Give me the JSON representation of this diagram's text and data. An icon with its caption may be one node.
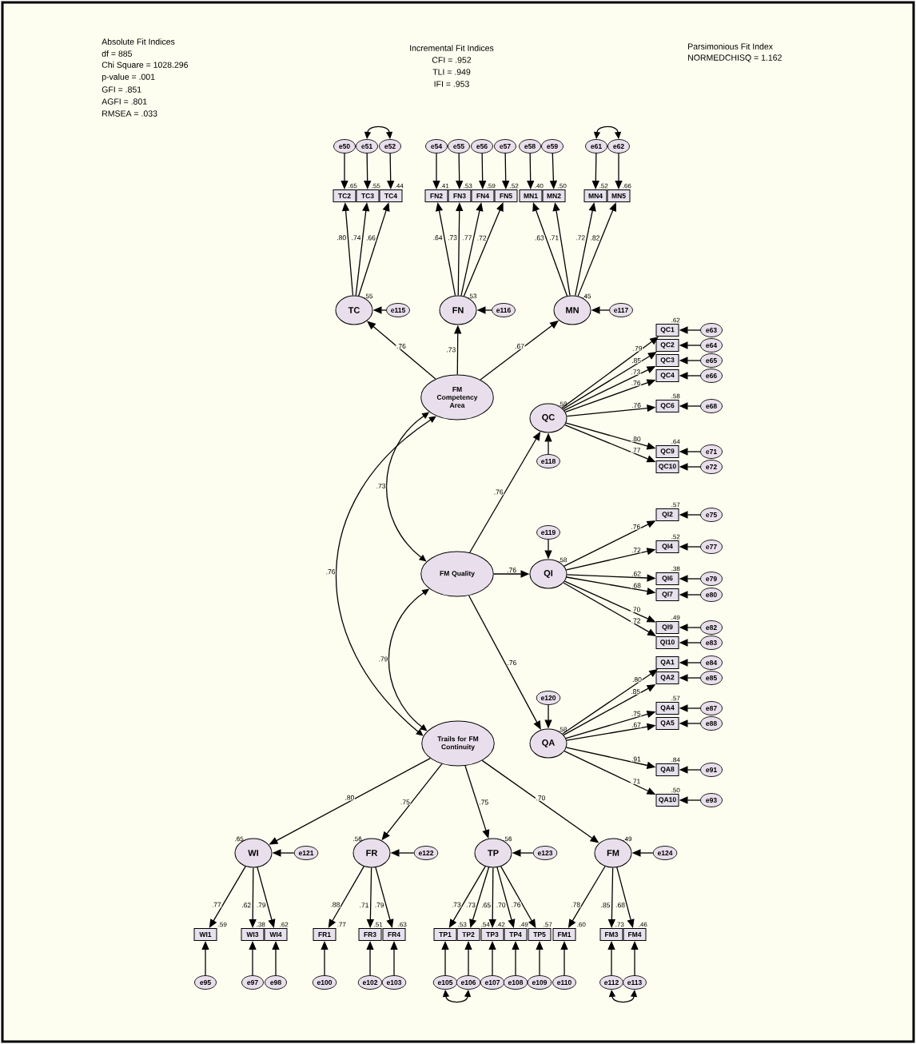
{
  "diagram": {
    "nodes": [
      {
        "text": [
          "e50"
        ]
      },
      {
        "text": [
          "e51"
        ]
      },
      {
        "text": [
          "e52"
        ]
      },
      {
        "text": [
          "e54"
        ]
      },
      {
        "text": [
          "e55"
        ]
      },
      {
        "text": [
          "e56"
        ]
      },
      {
        "text": [
          "e57"
        ]
      },
      {
        "text": [
          "e58"
        ]
      },
      {
        "text": [
          "e59"
        ]
      },
      {
        "text": [
          "e61"
        ]
      },
      {
        "text": [
          "e62"
        ]
      },
      {
        "text": [
          "TC2"
        ],
        "beside": [
          ".65"
        ]
      },
      {
        "text": [
          "TC3"
        ],
        "beside": [
          ".55"
        ]
      },
      {
        "text": [
          "TC4"
        ],
        "beside": [
          ".44"
        ]
      },
      {
        "text": [
          "FN2"
        ],
        "beside": [
          ".41"
        ]
      },
      {
        "text": [
          "FN3"
        ],
        "beside": [
          ".53"
        ]
      },
      {
        "text": [
          "FN4"
        ],
        "beside": [
          ".59"
        ]
      },
      {
        "text": [
          "FN5"
        ],
        "beside": [
          ".52"
        ]
      },
      {
        "text": [
          "MN1"
        ],
        "beside": [
          ".40"
        ]
      },
      {
        "text": [
          "MN2"
        ],
        "beside": [
          ".50"
        ]
      },
      {
        "text": [
          "MN4"
        ],
        "beside": [
          ".52"
        ]
      },
      {
        "text": [
          "MN5"
        ],
        "beside": [
          ".66"
        ]
      },
      {
        "text": [
          "TC"
        ],
        "beside": [
          ".55"
        ]
      },
      {
        "text": [
          "e115"
        ]
      },
      {
        "text": [
          "FN"
        ],
        "beside": [
          ".53"
        ]
      },
      {
        "text": [
          "e116"
        ]
      },
      {
        "text": [
          "MN"
        ],
        "beside": [
          ".45"
        ]
      },
      {
        "text": [
          "e117"
        ]
      },
      {
        "text": [
          "QC1"
        ],
        "beside": [
          ".62"
        ]
      },
      {
        "text": [
          "e63"
        ]
      },
      {
        "text": [
          "QC2"
        ]
      },
      {
        "text": [
          "e64"
        ]
      },
      {
        "text": [
          "QC3"
        ]
      },
      {
        "text": [
          "e65"
        ]
      },
      {
        "text": [
          "QC4"
        ]
      },
      {
        "text": [
          "e66"
        ]
      },
      {
        "text": [
          "FM Competency Area"
        ]
      },
      {
        "text": [
          "QC"
        ],
        "beside": [
          ".58"
        ]
      },
      {
        "text": [
          "QC6"
        ],
        "beside": [
          ".58"
        ]
      },
      {
        "text": [
          "e68"
        ]
      },
      {
        "text": [
          "QC9"
        ],
        "beside": [
          ".64"
        ]
      },
      {
        "text": [
          "e71"
        ]
      },
      {
        "text": [
          "QC10"
        ]
      },
      {
        "text": [
          "e72"
        ]
      },
      {
        "text": [
          "e118"
        ]
      },
      {
        "text": [
          "QI2"
        ],
        "beside": [
          ".57"
        ]
      },
      {
        "text": [
          "e75"
        ]
      },
      {
        "text": [
          "e119"
        ]
      },
      {
        "text": [
          "QI4"
        ],
        "beside": [
          ".52"
        ]
      },
      {
        "text": [
          "e77"
        ]
      },
      {
        "text": [
          "FM Quality"
        ]
      },
      {
        "text": [
          "QI"
        ],
        "beside": [
          ".58"
        ]
      },
      {
        "text": [
          "QI6"
        ],
        "beside": [
          ".38"
        ]
      },
      {
        "text": [
          "e79"
        ]
      },
      {
        "text": [
          "QI7"
        ]
      },
      {
        "text": [
          "e80"
        ]
      },
      {
        "text": [
          "QI9"
        ],
        "beside": [
          ".49"
        ]
      },
      {
        "text": [
          "e82"
        ]
      },
      {
        "text": [
          "QI10"
        ]
      },
      {
        "text": [
          "e83"
        ]
      },
      {
        "text": [
          "QA1"
        ]
      },
      {
        "text": [
          "e84"
        ]
      },
      {
        "text": [
          "QA2"
        ]
      },
      {
        "text": [
          "e85"
        ]
      },
      {
        "text": [
          "e120"
        ]
      },
      {
        "text": [
          "QA4"
        ],
        "beside": [
          ".57"
        ]
      },
      {
        "text": [
          "e87"
        ]
      },
      {
        "text": [
          "QA5"
        ]
      },
      {
        "text": [
          "e88"
        ]
      },
      {
        "text": [
          "Trails for FM Continuity"
        ]
      },
      {
        "text": [
          "QA"
        ],
        "beside": [
          ".58"
        ]
      },
      {
        "text": [
          "QA8"
        ],
        "beside": [
          ".84"
        ]
      },
      {
        "text": [
          "e91"
        ]
      },
      {
        "text": [
          "QA10"
        ],
        "beside": [
          ".50"
        ]
      },
      {
        "text": [
          "e93"
        ]
      },
      {
        "text": [
          "WI"
        ],
        "beside": [
          ".65"
        ]
      },
      {
        "text": [
          "e121"
        ]
      },
      {
        "text": [
          "FR"
        ],
        "beside": [
          ".56"
        ]
      },
      {
        "text": [
          "e122"
        ]
      },
      {
        "text": [
          "TP"
        ],
        "beside": [
          ".56"
        ]
      },
      {
        "text": [
          "e123"
        ]
      },
      {
        "text": [
          "FM"
        ],
        "beside": [
          ".49"
        ]
      },
      {
        "text": [
          "e124"
        ]
      },
      {
        "text": [
          "WI1"
        ],
        "beside": [
          ".59"
        ]
      },
      {
        "text": [
          "WI3"
        ],
        "beside": [
          ".38"
        ]
      },
      {
        "text": [
          "WI4"
        ],
        "beside": [
          ".62"
        ]
      },
      {
        "text": [
          "FR1"
        ],
        "beside": [
          ".77"
        ]
      },
      {
        "text": [
          "FR3"
        ],
        "beside": [
          ".51"
        ]
      },
      {
        "text": [
          "FR4"
        ],
        "beside": [
          ".63"
        ]
      },
      {
        "text": [
          "TP1"
        ],
        "beside": [
          ".53"
        ]
      },
      {
        "text": [
          "TP2"
        ],
        "beside": [
          ".54"
        ]
      },
      {
        "text": [
          "TP3"
        ],
        "beside": [
          ".42"
        ]
      },
      {
        "text": [
          "TP4"
        ],
        "beside": [
          ".49"
        ]
      },
      {
        "text": [
          "TP5"
        ],
        "beside": [
          ".57"
        ]
      },
      {
        "text": [
          "FM1"
        ],
        "beside": [
          ".60"
        ]
      },
      {
        "text": [
          "FM3"
        ],
        "beside": [
          ".73"
        ]
      },
      {
        "text": [
          "FM4"
        ],
        "beside": [
          ".46"
        ]
      },
      {
        "text": [
          "e95"
        ]
      },
      {
        "text": [
          "e97"
        ]
      },
      {
        "text": [
          "e98"
        ]
      },
      {
        "text": [
          "e100"
        ]
      },
      {
        "text": [
          "e102"
        ]
      },
      {
        "text": [
          "e103"
        ]
      },
      {
        "text": [
          "e105"
        ]
      },
      {
        "text": [
          "e106"
        ]
      },
      {
        "text": [
          "e107"
        ]
      },
      {
        "text": [
          "e108"
        ]
      },
      {
        "text": [
          "e109"
        ]
      },
      {
        "text": [
          "e110"
        ]
      },
      {
        "text": [
          "e112"
        ]
      },
      {
        "text": [
          "e113"
        ]
      }
    ],
    "edges": [
      {
        "from": 0,
        "to": 11,
        "arrow": "to"
      },
      {
        "from": 1,
        "to": 12,
        "arrow": "to"
      },
      {
        "from": 2,
        "to": 13,
        "arrow": "to"
      },
      {
        "from": 3,
        "to": 14,
        "arrow": "to"
      },
      {
        "from": 4,
        "to": 15,
        "arrow": "to"
      },
      {
        "from": 5,
        "to": 16,
        "arrow": "to"
      },
      {
        "from": 6,
        "to": 17,
        "arrow": "to"
      },
      {
        "from": 7,
        "to": 18,
        "arrow": "to"
      },
      {
        "from": 8,
        "to": 19,
        "arrow": "to"
      },
      {
        "from": 9,
        "to": 20,
        "arrow": "to"
      },
      {
        "from": 10,
        "to": 21,
        "arrow": "to"
      },
      {
        "from": 1,
        "to": 2,
        "arrow": "both"
      },
      {
        "from": 9,
        "to": 10,
        "arrow": "both"
      },
      {
        "from": 22,
        "to": 11,
        "arrow": "to",
        "label": ".80"
      },
      {
        "from": 22,
        "to": 12,
        "arrow": "to",
        "label": ".74"
      },
      {
        "from": 22,
        "to": 13,
        "arrow": "to",
        "label": ".66"
      },
      {
        "from": 24,
        "to": 14,
        "arrow": "to",
        "label": ".64"
      },
      {
        "from": 24,
        "to": 15,
        "arrow": "to",
        "label": ".73"
      },
      {
        "from": 24,
        "to": 16,
        "arrow": "to",
        "label": ".77"
      },
      {
        "from": 24,
        "to": 17,
        "arrow": "to",
        "label": ".72"
      },
      {
        "from": 26,
        "to": 18,
        "arrow": "to",
        "label": ".63"
      },
      {
        "from": 26,
        "to": 19,
        "arrow": "to",
        "label": ".71"
      },
      {
        "from": 26,
        "to": 20,
        "arrow": "to",
        "label": ".72"
      },
      {
        "from": 26,
        "to": 21,
        "arrow": "to",
        "label": ".82"
      },
      {
        "from": 23,
        "to": 22,
        "arrow": "to"
      },
      {
        "from": 25,
        "to": 24,
        "arrow": "to"
      },
      {
        "from": 27,
        "to": 26,
        "arrow": "to"
      },
      {
        "from": 36,
        "to": 22,
        "arrow": "to",
        "label": ".76"
      },
      {
        "from": 36,
        "to": 24,
        "arrow": "to",
        "label": ".73"
      },
      {
        "from": 36,
        "to": 26,
        "arrow": "to",
        "label": ".67"
      },
      {
        "from": 37,
        "to": 28,
        "arrow": "to",
        "label": ".79"
      },
      {
        "from": 37,
        "to": 30,
        "arrow": "to",
        "label": ".85"
      },
      {
        "from": 37,
        "to": 32,
        "arrow": "to",
        "label": ".73"
      },
      {
        "from": 37,
        "to": 34,
        "arrow": "to",
        "label": ".76"
      },
      {
        "from": 37,
        "to": 38,
        "arrow": "to",
        "label": ".76"
      },
      {
        "from": 37,
        "to": 40,
        "arrow": "to",
        "label": ".80"
      },
      {
        "from": 37,
        "to": 42,
        "arrow": "to",
        "label": ".77"
      },
      {
        "from": 29,
        "to": 28,
        "arrow": "to"
      },
      {
        "from": 31,
        "to": 30,
        "arrow": "to"
      },
      {
        "from": 33,
        "to": 32,
        "arrow": "to"
      },
      {
        "from": 35,
        "to": 34,
        "arrow": "to"
      },
      {
        "from": 39,
        "to": 38,
        "arrow": "to"
      },
      {
        "from": 41,
        "to": 40,
        "arrow": "to"
      },
      {
        "from": 43,
        "to": 42,
        "arrow": "to"
      },
      {
        "from": 44,
        "to": 37,
        "arrow": "to"
      },
      {
        "from": 50,
        "to": 37,
        "arrow": "to",
        "label": ".76"
      },
      {
        "from": 50,
        "to": 51,
        "arrow": "to",
        "label": ".76"
      },
      {
        "from": 50,
        "to": 70,
        "arrow": "to",
        "label": ".76"
      },
      {
        "from": 47,
        "to": 51,
        "arrow": "to"
      },
      {
        "from": 51,
        "to": 45,
        "arrow": "to",
        "label": ".76"
      },
      {
        "from": 51,
        "to": 48,
        "arrow": "to",
        "label": ".72"
      },
      {
        "from": 51,
        "to": 52,
        "arrow": "to",
        "label": ".62"
      },
      {
        "from": 51,
        "to": 54,
        "arrow": "to",
        "label": ".68"
      },
      {
        "from": 51,
        "to": 56,
        "arrow": "to",
        "label": ".70"
      },
      {
        "from": 51,
        "to": 58,
        "arrow": "to",
        "label": ".72"
      },
      {
        "from": 46,
        "to": 45,
        "arrow": "to"
      },
      {
        "from": 49,
        "to": 48,
        "arrow": "to"
      },
      {
        "from": 53,
        "to": 52,
        "arrow": "to"
      },
      {
        "from": 55,
        "to": 54,
        "arrow": "to"
      },
      {
        "from": 57,
        "to": 56,
        "arrow": "to"
      },
      {
        "from": 59,
        "to": 58,
        "arrow": "to"
      },
      {
        "from": 70,
        "to": 60,
        "arrow": "to",
        "label": ".80"
      },
      {
        "from": 70,
        "to": 62,
        "arrow": "to",
        "label": ".85"
      },
      {
        "from": 70,
        "to": 65,
        "arrow": "to",
        "label": ".75"
      },
      {
        "from": 70,
        "to": 67,
        "arrow": "to",
        "label": ".67"
      },
      {
        "from": 70,
        "to": 71,
        "arrow": "to",
        "label": ".91"
      },
      {
        "from": 70,
        "to": 73,
        "arrow": "to",
        "label": ".71"
      },
      {
        "from": 61,
        "to": 60,
        "arrow": "to"
      },
      {
        "from": 63,
        "to": 62,
        "arrow": "to"
      },
      {
        "from": 66,
        "to": 65,
        "arrow": "to"
      },
      {
        "from": 68,
        "to": 67,
        "arrow": "to"
      },
      {
        "from": 72,
        "to": 71,
        "arrow": "to"
      },
      {
        "from": 74,
        "to": 73,
        "arrow": "to"
      },
      {
        "from": 64,
        "to": 70,
        "arrow": "to"
      },
      {
        "from": 36,
        "to": 50,
        "arrow": "both",
        "label": ".73"
      },
      {
        "from": 50,
        "to": 69,
        "arrow": "both",
        "label": ".79"
      },
      {
        "from": 36,
        "to": 69,
        "arrow": "both",
        "label": ".76"
      },
      {
        "from": 69,
        "to": 75,
        "arrow": "to",
        "label": ".80"
      },
      {
        "from": 69,
        "to": 77,
        "arrow": "to",
        "label": ".75"
      },
      {
        "from": 69,
        "to": 79,
        "arrow": "to",
        "label": ".75"
      },
      {
        "from": 69,
        "to": 81,
        "arrow": "to",
        "label": ".70"
      },
      {
        "from": 76,
        "to": 75,
        "arrow": "to"
      },
      {
        "from": 78,
        "to": 77,
        "arrow": "to"
      },
      {
        "from": 80,
        "to": 79,
        "arrow": "to"
      },
      {
        "from": 82,
        "to": 81,
        "arrow": "to"
      },
      {
        "from": 75,
        "to": 83,
        "arrow": "to",
        "label": ".77"
      },
      {
        "from": 75,
        "to": 84,
        "arrow": "to",
        "label": ".62"
      },
      {
        "from": 75,
        "to": 85,
        "arrow": "to",
        "label": ".79"
      },
      {
        "from": 77,
        "to": 86,
        "arrow": "to",
        "label": ".88"
      },
      {
        "from": 77,
        "to": 87,
        "arrow": "to",
        "label": ".71"
      },
      {
        "from": 77,
        "to": 88,
        "arrow": "to",
        "label": ".79"
      },
      {
        "from": 79,
        "to": 89,
        "arrow": "to",
        "label": ".73"
      },
      {
        "from": 79,
        "to": 90,
        "arrow": "to",
        "label": ".73"
      },
      {
        "from": 79,
        "to": 91,
        "arrow": "to",
        "label": ".65"
      },
      {
        "from": 79,
        "to": 92,
        "arrow": "to",
        "label": ".70"
      },
      {
        "from": 79,
        "to": 93,
        "arrow": "to",
        "label": ".76"
      },
      {
        "from": 81,
        "to": 94,
        "arrow": "to",
        "label": ".78"
      },
      {
        "from": 81,
        "to": 95,
        "arrow": "to",
        "label": ".85"
      },
      {
        "from": 81,
        "to": 96,
        "arrow": "to",
        "label": ".68"
      },
      {
        "from": 97,
        "to": 83,
        "arrow": "to"
      },
      {
        "from": 98,
        "to": 84,
        "arrow": "to"
      },
      {
        "from": 99,
        "to": 85,
        "arrow": "to"
      },
      {
        "from": 100,
        "to": 86,
        "arrow": "to"
      },
      {
        "from": 101,
        "to": 87,
        "arrow": "to"
      },
      {
        "from": 102,
        "to": 88,
        "arrow": "to"
      },
      {
        "from": 103,
        "to": 89,
        "arrow": "to"
      },
      {
        "from": 104,
        "to": 90,
        "arrow": "to"
      },
      {
        "from": 105,
        "to": 91,
        "arrow": "to"
      },
      {
        "from": 106,
        "to": 92,
        "arrow": "to"
      },
      {
        "from": 107,
        "to": 93,
        "arrow": "to"
      },
      {
        "from": 108,
        "to": 94,
        "arrow": "to"
      },
      {
        "from": 109,
        "to": 95,
        "arrow": "to"
      },
      {
        "from": 110,
        "to": 96,
        "arrow": "to"
      },
      {
        "from": 103,
        "to": 104,
        "arrow": "both"
      },
      {
        "from": 109,
        "to": 110,
        "arrow": "both"
      }
    ],
    "labels": [
      "Absolute Fit Indices",
      "df = 885",
      "Chi Square = 1028.296",
      "p-value = .001",
      "GFI = .851",
      "AGFI = .801",
      "RMSEA = .033",
      "Incremental Fit Indices",
      "CFI = .952",
      "TLI = .949",
      "IFI = .953",
      "Parsimonious Fit Index",
      "NORMEDCHISQ = 1.162"
    ]
  }
}
